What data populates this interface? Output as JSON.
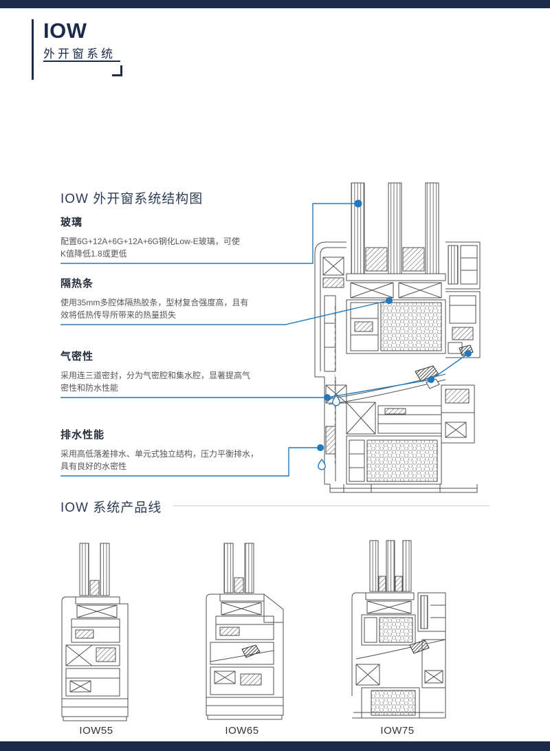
{
  "theme": {
    "navy": "#1c2b49",
    "accent_blue": "#2079bf",
    "rule_gray": "#c9ced6"
  },
  "brand": {
    "title": "IOW",
    "subtitle": "外开窗系统"
  },
  "structure": {
    "title": "IOW 外开窗系统结构图",
    "features": [
      {
        "title": "玻璃",
        "line1": "配置6G+12A+6G+12A+6G钢化Low-E玻璃，可使",
        "line2": "K值降低1.8或更低"
      },
      {
        "title": "隔热条",
        "line1": "使用35mm多腔体隔热胶条，型材复合强度高，且有",
        "line2": "效将低热传导所带来的热量损失"
      },
      {
        "title": "气密性",
        "line1": "采用连三道密封，分为气密腔和集水腔，显著提高气",
        "line2": "密性和防水性能"
      },
      {
        "title": "排水性能",
        "line1": "采用高低落差排水、单元式独立结构，压力平衡排水，",
        "line2": "具有良好的水密性"
      }
    ]
  },
  "products": {
    "title": "IOW 系统产品线",
    "items": [
      {
        "label": "IOW55"
      },
      {
        "label": "IOW65"
      },
      {
        "label": "IOW75"
      }
    ]
  }
}
